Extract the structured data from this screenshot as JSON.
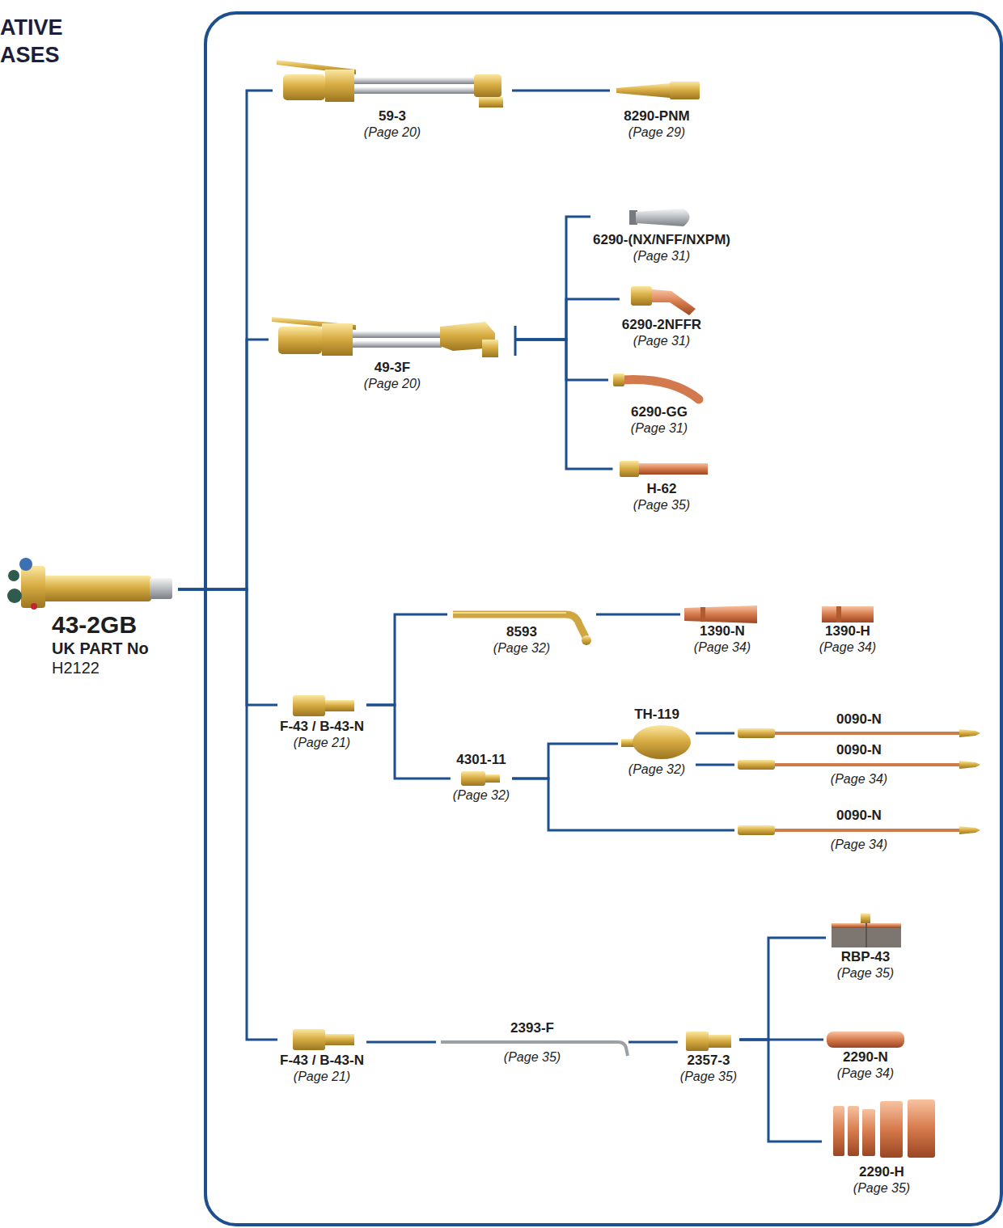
{
  "diagram": {
    "nodes": [
      {
        "text": [
          "43-2GB",
          "UK PART No",
          "H2122"
        ]
      },
      {
        "text": [
          "59-3",
          "(Page 20)"
        ]
      },
      {
        "text": [
          "8290-PNM",
          "(Page 29)"
        ]
      },
      {
        "text": [
          "49-3F",
          "(Page 20)"
        ]
      },
      {
        "text": [
          "6290-(NX/NFF/NXPM)",
          "(Page 31)"
        ]
      },
      {
        "text": [
          "6290-2NFFR",
          "(Page 31)"
        ]
      },
      {
        "text": [
          "6290-GG",
          "(Page 31)"
        ]
      },
      {
        "text": [
          "H-62",
          "(Page 35)"
        ]
      },
      {
        "text": [
          "F-43 / B-43-N",
          "(Page 21)"
        ]
      },
      {
        "text": [
          "8593",
          "(Page 32)"
        ]
      },
      {
        "text": [
          "1390-N",
          "(Page 34)"
        ]
      },
      {
        "text": [
          "1390-H",
          "(Page 34)"
        ]
      },
      {
        "text": [
          "4301-11",
          "(Page 32)"
        ]
      },
      {
        "text": [
          "TH-119",
          "(Page 32)"
        ]
      },
      {
        "text": [
          "0090-N"
        ]
      },
      {
        "text": [
          "0090-N",
          "(Page 34)"
        ]
      },
      {
        "text": [
          "0090-N",
          "(Page 34)"
        ]
      },
      {
        "text": [
          "F-43 / B-43-N",
          "(Page 21)"
        ]
      },
      {
        "text": [
          "2393-F",
          "(Page 35)"
        ]
      },
      {
        "text": [
          "2357-3",
          "(Page 35)"
        ]
      },
      {
        "text": [
          "RBP-43",
          "(Page 35)"
        ]
      },
      {
        "text": [
          "2290-N",
          "(Page 34)"
        ]
      },
      {
        "text": [
          "2290-H",
          "(Page 35)"
        ]
      }
    ],
    "edges": [
      {
        "from": 0,
        "to": 1,
        "arrow": "none"
      },
      {
        "from": 0,
        "to": 3,
        "arrow": "none"
      },
      {
        "from": 0,
        "to": 8,
        "arrow": "none"
      },
      {
        "from": 0,
        "to": 17,
        "arrow": "none"
      },
      {
        "from": 1,
        "to": 2,
        "arrow": "none"
      },
      {
        "from": 3,
        "to": 4,
        "arrow": "none"
      },
      {
        "from": 3,
        "to": 5,
        "arrow": "none"
      },
      {
        "from": 3,
        "to": 6,
        "arrow": "none"
      },
      {
        "from": 3,
        "to": 7,
        "arrow": "none"
      },
      {
        "from": 8,
        "to": 9,
        "arrow": "none"
      },
      {
        "from": 8,
        "to": 12,
        "arrow": "none"
      },
      {
        "from": 9,
        "to": 10,
        "arrow": "none"
      },
      {
        "from": 12,
        "to": 13,
        "arrow": "none"
      },
      {
        "from": 12,
        "to": 16,
        "arrow": "none"
      },
      {
        "from": 13,
        "to": 14,
        "arrow": "none"
      },
      {
        "from": 13,
        "to": 15,
        "arrow": "none"
      },
      {
        "from": 17,
        "to": 18,
        "arrow": "none"
      },
      {
        "from": 18,
        "to": 19,
        "arrow": "none"
      },
      {
        "from": 19,
        "to": 20,
        "arrow": "none"
      },
      {
        "from": 19,
        "to": 21,
        "arrow": "none"
      },
      {
        "from": 19,
        "to": 22,
        "arrow": "none"
      }
    ],
    "labels": [
      "ATIVE",
      "ASES"
    ]
  }
}
